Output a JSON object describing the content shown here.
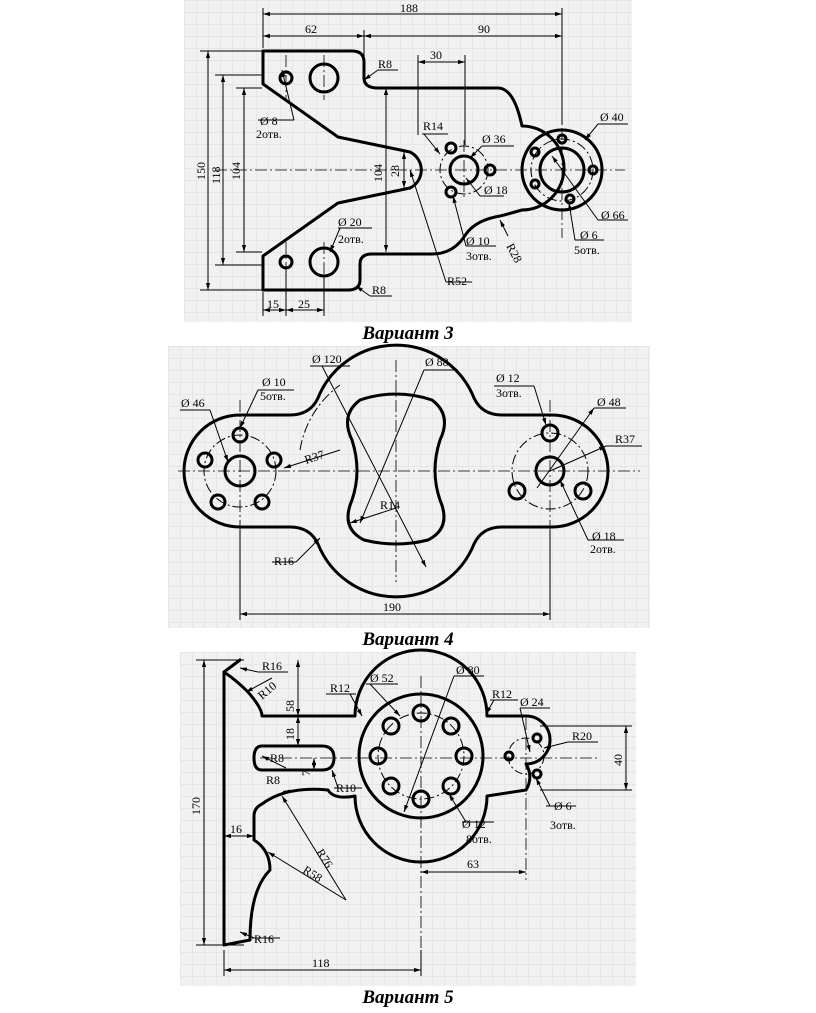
{
  "variant3": {
    "caption": "Вариант 3",
    "dims": {
      "d188": "188",
      "d62": "62",
      "d90": "90",
      "d30": "30",
      "d150": "150",
      "d118": "118",
      "d104a": "104",
      "d104b": "104",
      "d28": "28",
      "d15": "15",
      "d25": "25",
      "r8a": "R8",
      "r8b": "R8",
      "r14": "R14",
      "r28": "R28",
      "r52": "R52",
      "h8": "Ø 8",
      "h8n": "2отв.",
      "h20": "Ø 20",
      "h20n": "2отв.",
      "h36": "Ø 36",
      "h18": "Ø 18",
      "h10": "Ø 10",
      "h10n": "3отв.",
      "h40": "Ø 40",
      "h66": "Ø 66",
      "h6": "Ø 6",
      "h6n": "5отв."
    }
  },
  "variant4": {
    "caption": "Вариант 4",
    "dims": {
      "d120": "Ø 120",
      "d88": "Ø 88",
      "h10": "Ø 10",
      "h10n": "5отв.",
      "d46": "Ø 46",
      "h12": "Ø 12",
      "h12n": "3отв.",
      "d48": "Ø 48",
      "r37a": "R37",
      "r37b": "R37",
      "r14": "R14",
      "r16": "R16",
      "h18": "Ø 18",
      "h18n": "2отв.",
      "d190": "190"
    }
  },
  "variant5": {
    "caption": "Вариант 5",
    "dims": {
      "r16a": "R16",
      "r10a": "R10",
      "d58": "58",
      "r12a": "R12",
      "d52": "Ø 52",
      "d80": "Ø 80",
      "r12b": "R12",
      "d24": "Ø 24",
      "r20": "R20",
      "d40": "40",
      "d18": "18",
      "r8a": "R8",
      "d7": "7",
      "r8b": "R8",
      "r10b": "R10",
      "h12": "Ø 12",
      "h12n": "8отв.",
      "h6": "Ø 6",
      "h6n": "3отв.",
      "d170": "170",
      "d16": "16",
      "r76": "R76",
      "r58": "R58",
      "d63": "63",
      "r16b": "R16",
      "d118": "118"
    }
  }
}
